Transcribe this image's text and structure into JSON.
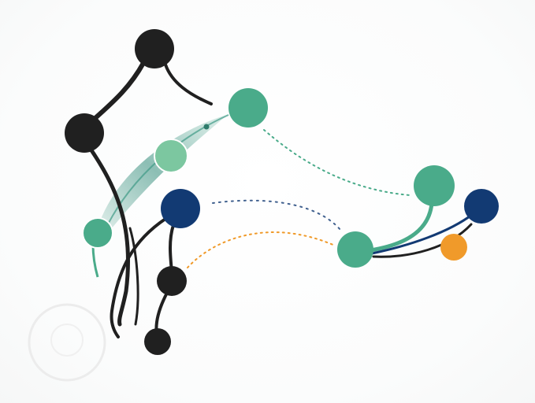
{
  "illustration": {
    "description_colors": {
      "dark": "#202020",
      "green": "#4aab8a",
      "light_green": "#7cc7a0",
      "navy": "#123a73",
      "orange": "#f09a2a"
    },
    "nodes": [
      {
        "id": "top-dark",
        "color": "dark"
      },
      {
        "id": "left-dark",
        "color": "dark"
      },
      {
        "id": "upper-green",
        "color": "green"
      },
      {
        "id": "mid-light-green",
        "color": "light_green"
      },
      {
        "id": "mid-navy",
        "color": "navy"
      },
      {
        "id": "left-green",
        "color": "green"
      },
      {
        "id": "lower-dark",
        "color": "dark"
      },
      {
        "id": "bottom-dark",
        "color": "dark"
      },
      {
        "id": "right-center-green",
        "color": "green"
      },
      {
        "id": "right-top-green",
        "color": "green"
      },
      {
        "id": "right-navy",
        "color": "navy"
      },
      {
        "id": "right-orange",
        "color": "orange"
      }
    ]
  }
}
